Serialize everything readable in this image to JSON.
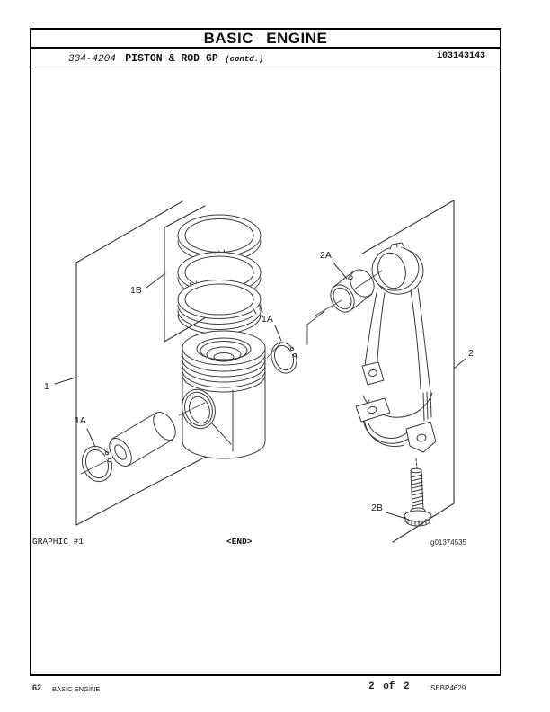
{
  "header": {
    "title": "BASIC ENGINE",
    "part_number": "334-4204",
    "part_name": "PISTON & ROD GP",
    "contd": "(contd.)",
    "media_id": "i03143143"
  },
  "graphic": {
    "caption": "GRAPHIC #1",
    "end_marker": "<END>",
    "graphic_id": "g01374535",
    "callouts": [
      {
        "label": "1"
      },
      {
        "label": "1A"
      },
      {
        "label": "1B"
      },
      {
        "label": "1A"
      },
      {
        "label": "2A"
      },
      {
        "label": "2"
      },
      {
        "label": "2B"
      }
    ]
  },
  "footer": {
    "page_number": "62",
    "section": "BASIC ENGINE",
    "page_of": "2 of 2",
    "doc_id": "SEBP4629"
  },
  "colors": {
    "line": "#333333",
    "border": "#000000",
    "background": "#ffffff"
  }
}
